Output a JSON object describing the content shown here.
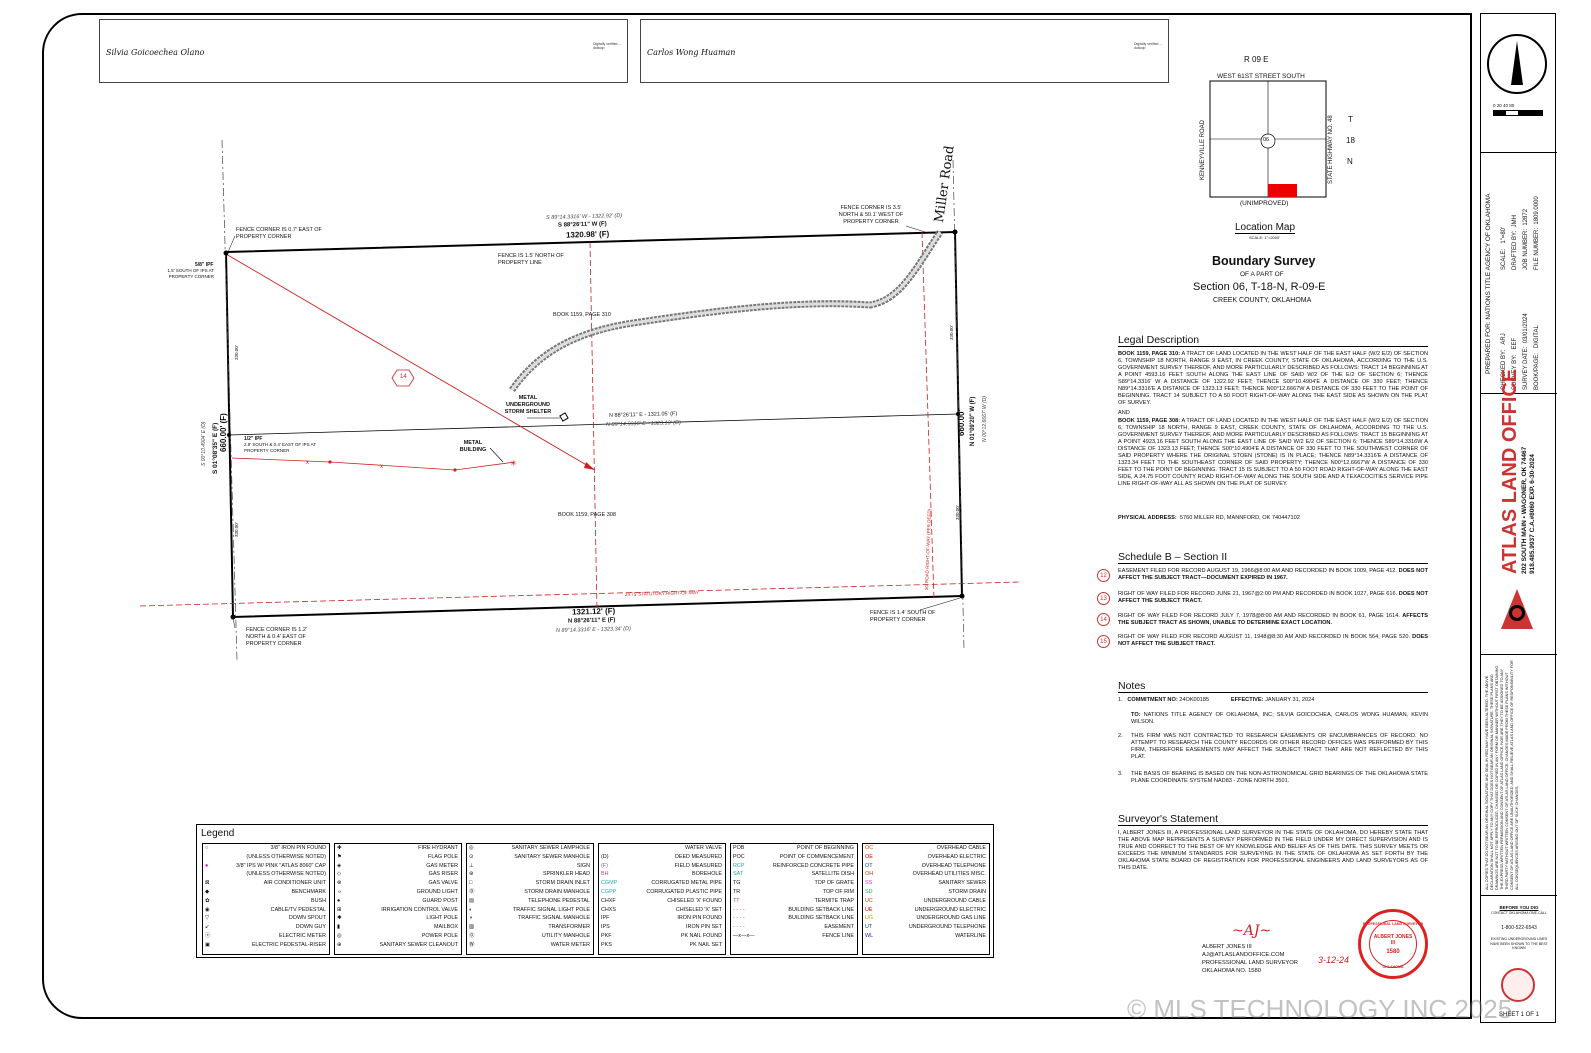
{
  "signatures": [
    {
      "name": "Silvia Goicoechea Olano",
      "meta": "Digitally verified ... dotloop"
    },
    {
      "name": "Carlos Wong Huaman",
      "meta": "Digitally verified ... dotloop"
    }
  ],
  "location_map": {
    "range": "R 09 E",
    "street_top": "WEST 61ST STREET SOUTH",
    "road_left": "KENNEYVILLE ROAD",
    "road_right": "STATE HIGHWAY NO. 48",
    "section_no": "06",
    "township": [
      "T",
      "18",
      "N"
    ],
    "unimproved": "(UNIMPROVED)",
    "title": "Location Map",
    "scale": "SCALE: 1\"=2000'"
  },
  "survey_title": {
    "title": "Boundary Survey",
    "sub1": "OF A PART OF",
    "section": "Section 06, T-18-N, R-09-E",
    "county": "CREEK COUNTY, OKLAHOMA"
  },
  "legal": {
    "heading": "Legal Description",
    "p1_lead": "BOOK 1159, PAGE 310:",
    "p1": "A TRACT OF LAND LOCATED IN THE WEST HALF OF THE EAST HALF (W/2 E/2) OF SECTION 6, TOWNSHIP 18 NORTH, RANGE 9 EAST, IN CREEK COUNTY, STATE OF OKLAHOMA, ACCORDING TO THE U.S. GOVERNMENT SURVEY THEREOF, AND MORE PARTICULARLY DESCRIBED AS FOLLOWS: TRACT 14 BEGINNING AT A POINT 4593.16 FEET SOUTH ALONG THE EAST LINE OF SAID W/2 OF THE E/2 OF SECTION 6; THENCE S89°14.3316' W A DISTANCE OF 1322.92 FEET; THENCE S00°10.4904'E A DISTANCE OF 330 FEET; THENCE N89°14.3316'E A DISTANCE OF 1323.13 FEET; THENCE N00°12.6667W A DISTANCE OF 330 FEET TO THE POINT OF BEGINNING. TRACT 14 SUBJECT TO A 50 FOOT RIGHT-OF-WAY ALONG THE EAST SIDE AS SHOWN ON THE PLAT OF SURVEY.",
    "and": "AND",
    "p2_lead": "BOOK 1159, PAGE 308:",
    "p2": "A TRACT OF LAND LOCATED IN THE WEST HALF OF THE EAST HALF (W/2 E/2) OF SECTION 6, TOWNSHIP 18 NORTH, RANGE 9 EAST, CREEK COUNTY, STATE OF OKLAHOMA, ACCORDING TO THE U.S. GOVERNMENT SURVEY THEREOF, AND MORE PARTICULARLY DESCRIBED AS FOLLOWS: TRACT 15 BEGINNING AT A POINT 4923.16 FEET SOUTH ALONG THE EAST LINE OF SAID W/2 E/2 OF SECTION 6; THENCE S89°14.3316W A DISTANCE OF 1323.13 FEET; THENCE S00°10.4904'E A DISTANCE OF 330 FEET TO THE SOUTHWEST CORNER OF SAID PROPERTY WHERE THE ORIGINAL STOEN (STONE) IS IN PLACE; THENCE N89°14.3316'E A DISTANCE OF 1323.34 FEET TO THE SOUTHEAST CORNER OF SAID PROPERTY; THENCE N00°12.6667'W A DISTANCE OF 330 FEET TO THE POINT OF BEGINNING. TRACT 15 IS SUBJECT TO A 50 FOOT ROAD RIGHT-OF-WAY ALONG THE EAST SIDE, A 24.75 FOOT COUNTY ROAD RIGHT-OF-WAY ALONG THE SOUTH SIDE AND A TEXACOCITIES SERVICE PIPE LINE RIGHT-OF-WAY ALL AS SHOWN ON THE PLAT OF SURVEY.",
    "addr_lead": "PHYSICAL ADDRESS:",
    "addr": "5760 MILLER RD, MANNFORD, OK 740447102"
  },
  "schedule_b": {
    "heading": "Schedule B – Section II",
    "items": [
      {
        "num": "12",
        "text": "EASEMENT FILED FOR RECORD AUGUST 19, 1966@8:00 AM AND RECORDED IN BOOK 1009, PAGE 412.",
        "bold": "DOES NOT AFFECT THE SUBJECT TRACT—DOCUMENT EXPIRED IN 1967."
      },
      {
        "num": "13",
        "text": "RIGHT OF WAY FILED FOR RECORD JUNE 21, 1967@2:00 PM AND RECORDED IN BOOK 1027, PAGE 616.",
        "bold": "DOES NOT AFFECT THE SUBJECT TRACT."
      },
      {
        "num": "14",
        "text": "RIGHT OF WAY FILED FOR RECORD JULY 7, 1978@8:00 AM AND RECORDED IN BOOK 61, PAGE 1614.",
        "bold": "AFFECTS THE SUBJECT TRACT AS SHOWN, UNABLE TO DETERMINE EXACT LOCATION."
      },
      {
        "num": "15",
        "text": "RIGHT OF WAY FILED FOR RECORD AUGUST 11, 1948@8:30 AM AND RECORDED IN BOOK 564, PAGE 520.",
        "bold": "DOES NOT AFFECT THE SUBJECT TRACT."
      }
    ]
  },
  "notes": {
    "heading": "Notes",
    "n1_num": "1.",
    "n1_commit_lead": "COMMITMENT NO:",
    "n1_commit": "24OK00185",
    "n1_eff_lead": "EFFECTIVE:",
    "n1_eff": "JANUARY 31, 2024",
    "n1_to_lead": "TO:",
    "n1_to": "NATIONS TITLE AGENCY OF OKLAHOMA, INC; SILVIA GOICOCHEA, CARLOS WONG HUAMAN, KEVIN WILSON.",
    "n2_num": "2.",
    "n2": "THIS FIRM WAS NOT CONTRACTED TO RESEARCH EASEMENTS OR ENCUMBRANCES OF RECORD. NO ATTEMPT TO RESEARCH THE COUNTY RECORDS OR OTHER RECORD OFFICES WAS PERFORMED BY THIS FIRM, THEREFORE EASEMENTS MAY AFFECT THE SUBJECT TRACT THAT ARE NOT REFLECTED BY THIS PLAT.",
    "n3_num": "3.",
    "n3": "THE BASIS OF BEARING IS BASED ON THE NON-ASTRONOMICAL GRID BEARINGS OF THE OKLAHOMA STATE PLANE COORDINATE SYSTEM NAD83 - ZONE NORTH 3501."
  },
  "surveyor": {
    "heading": "Surveyor's Statement",
    "text": "I, ALBERT JONES III, A PROFESSIONAL LAND SURVEYOR IN THE STATE OF OKLAHOMA, DO HEREBY STATE THAT THE ABOVE MAP REPRESENTS A SURVEY PERFORMED IN THE FIELD UNDER MY DIRECT SUPERVISION AND IS TRUE AND CORRECT TO THE BEST OF MY KNOWLEDGE AND BELIEF AS OF THIS DATE. THIS SURVEY MEETS OR EXCEEDS THE MINIMUM STANDARDS FOR SURVEYING IN THE STATE OF OKLAHOMA AS SET FORTH BY THE OKLAHOMA STATE BOARD OF REGISTRATION FOR PROFESSIONAL ENGINEERS AND LAND SURVEYORS AS OF THIS DATE.",
    "name": "ALBERT JONES III",
    "email": "AJ@ATLASLANDOFFICE.COM",
    "title": "PROFESSIONAL LAND SURVEYOR",
    "license": "OKLAHOMA NO. 1580",
    "date": "3-12-24",
    "seal_top": "PROFESSIONAL LAND SURVEYOR",
    "seal_name": "ALBERT JONES III",
    "seal_no": "1580",
    "seal_bottom": "OKLAHOMA"
  },
  "plat": {
    "road": "Miller Road",
    "north_top_f": "S 88°26'11\" W (F)",
    "north_top_d": "S 89°14.3316' W - 1322.92' (D)",
    "north_top_len": "1320.98' (F)",
    "south_len": "1321.12' (F)",
    "south_f": "N 88°26'11\" E (F)",
    "south_d": "N 89°14.3316' E - 1323.34' (D)",
    "west_f": "S 01°08'35\" E (F)",
    "west_len": "660.00' (F)",
    "west_d": "S 00°10.4904' E (D)",
    "east_f": "N 01°09'20\" W (F)",
    "east_len": "660.00'",
    "east_d": "N 00°12.6667' W (D)",
    "mid_f": "N 88°26'11\" E - 1321.05' (F)",
    "mid_d": "N 89°14.3316' E - 1323.13' (D)",
    "book310": "BOOK 1159, PAGE 310",
    "book308": "BOOK 1159, PAGE 308",
    "dim330": "330.00'",
    "fence_nw": "FENCE CORNER IS 0.7' EAST OF PROPERTY CORNER",
    "fence_ne": "FENCE CORNER IS 3.5' NORTH & 50.1' WEST OF PROPERTY CORNER",
    "fence_n": "FENCE IS 1.5' NORTH OF PROPERTY LINE",
    "fence_sw": "FENCE CORNER IS 1.2' NORTH & 0.4' EAST OF PROPERTY CORNER",
    "fence_se": "FENCE IS 1.4' SOUTH OF PROPERTY CORNER",
    "ipf58": "5/8\" IPF",
    "ipf58_note": "1.5' SOUTH OF IPS AT PROPERTY CORNER",
    "ipf12": "1/2\" IPF",
    "ipf12_note": "2.9' SOUTH & 0.4' EAST OF IPS AT PROPERTY CORNER",
    "shelter": "METAL UNDERGROUND STORM SHELTER",
    "building": "METAL BUILDING",
    "row_south": "24.75' STATUTORY RIGHT-OF-WAY",
    "row_east": "50' ROAD RIGHT-OF-WAY (PER DEED)",
    "tag": "14"
  },
  "legend": {
    "title": "Legend",
    "col1": [
      "3/8\" IRON PIN FOUND",
      "(UNLESS OTHERWISE NOTED)",
      "3/8\" IPS W/ PINK \"ATLAS 8060\" CAP",
      "(UNLESS OTHERWISE NOTED)",
      "AIR CONDITIONER UNIT",
      "BENCHMARK",
      "BUSH",
      "CABLE/TV PEDESTAL",
      "DOWN SPOUT",
      "DOWN GUY",
      "ELECTRIC METER",
      "ELECTRIC PEDESTAL-RISER"
    ],
    "col2": [
      "FIRE HYDRANT",
      "FLAG POLE",
      "GAS METER",
      "GAS RISER",
      "GAS VALVE",
      "GROUND LIGHT",
      "GUARD POST",
      "IRRIGATION CONTROL VALVE",
      "LIGHT POLE",
      "MAILBOX",
      "POWER POLE",
      "SANITARY SEWER CLEANOUT"
    ],
    "col3": [
      "SANITARY SEWER LAMPHOLE",
      "SANITARY SEWER MANHOLE",
      "SIGN",
      "SPRINKLER HEAD",
      "STORM DRAIN INLET",
      "STORM DRAIN MANHOLE",
      "TELEPHONE PEDESTAL",
      "TRAFFIC SIGNAL LIGHT POLE",
      "TRAFFIC SIGNAL MANHOLE",
      "TRANSFORMER",
      "UTILITY MANHOLE",
      "WATER METER"
    ],
    "col4": [
      [
        "",
        "WATER VALVE"
      ],
      [
        "(D)",
        "DEED MEASURED"
      ],
      [
        "(F)",
        "FIELD MEASURED"
      ],
      [
        "BH",
        "BOREHOLE"
      ],
      [
        "CGMP",
        "CORRUGATED METAL PIPE"
      ],
      [
        "CGPP",
        "CORRUGATED PLASTIC PIPE"
      ],
      [
        "CHXF",
        "CHISELED 'X' FOUND"
      ],
      [
        "CHXS",
        "CHISELED 'X' SET"
      ],
      [
        "IPF",
        "IRON PIN FOUND"
      ],
      [
        "IPS",
        "IRON PIN SET"
      ],
      [
        "PKF",
        "PK NAIL FOUND"
      ],
      [
        "PKS",
        "PK NAIL SET"
      ]
    ],
    "col5": [
      [
        "POB",
        "POINT OF BEGINNING"
      ],
      [
        "POC",
        "POINT OF COMMENCEMENT"
      ],
      [
        "RCP",
        "REINFORCED CONCRETE PIPE"
      ],
      [
        "SAT",
        "SATELLITE DISH"
      ],
      [
        "TG",
        "TOP OF GRATE"
      ],
      [
        "TR",
        "TOP OF RIM"
      ],
      [
        "TT",
        "TERMITE TRAP"
      ],
      [
        "",
        "BUILDING SETBACK LINE"
      ],
      [
        "",
        "BUILDING SETBACK LINE"
      ],
      [
        "",
        "EASEMENT"
      ],
      [
        "",
        "FENCE LINE"
      ]
    ],
    "col6": [
      [
        "OC",
        "OVERHEAD CABLE"
      ],
      [
        "OE",
        "OVERHEAD ELECTRIC"
      ],
      [
        "OT",
        "OVERHEAD TELEPHONE"
      ],
      [
        "OH",
        "OVERHEAD UTILITIES MISC."
      ],
      [
        "SS",
        "SANITARY SEWER"
      ],
      [
        "SD",
        "STORM DRAIN"
      ],
      [
        "UC",
        "UNDERGROUND CABLE"
      ],
      [
        "UE",
        "UNDERGROUND ELECTRIC"
      ],
      [
        "UG",
        "UNDERGROUND GAS LINE"
      ],
      [
        "UT",
        "UNDERGROUND TELEPHONE"
      ],
      [
        "WL",
        "WATERLINE"
      ]
    ]
  },
  "titleblock": {
    "scale_bar": "0  20  40     80",
    "prepared_for": "PREPARED FOR: NATIONS TITLE AGENCY OF OKLAHOMA",
    "rows": [
      [
        "CHECKED BY:",
        "ARJ"
      ],
      [
        "SURVEY BY:",
        "EEF"
      ],
      [
        "SURVEY DATE:",
        "03/01/2024"
      ],
      [
        "BOOK/PAGE:",
        "DIGITAL"
      ]
    ],
    "rows2": [
      [
        "SCALE:",
        "1\"=80'"
      ],
      [
        "DRAFTED BY:",
        "JMH"
      ],
      [
        "JOB NUMBER:",
        "12872"
      ],
      [
        "FILE NUMBER:",
        "1809.0000"
      ]
    ],
    "company": "ATLAS LAND OFFICE",
    "address": "202 SOUTH MAIN • WAGONER, OK 74467",
    "phone": "918.485.9937  C.A.#8060 EXP. 6-30-2024",
    "disclaimer": "ALL COPIES THAT DO NOT BEAR AN ORIGINAL SIGNATURE AND SEAL IN RED MAY HAVE BEEN ALTERED. THE ABOVE DECLARATION SHALL NOT APPLY TO ANY COPY THAT DOES NOT BEAR AN ORIGINAL SIGNATURE. THESE PLANS AND DRAWINGS ARE NOT TO BE REPRODUCED, CHANGED OR COPIED IN ANY FORM OR MANNER WITHOUT FIRST OBTAINING THE EXPRESS WRITTEN PERMISSION AND CONSENT OF ATLAS LAND OFFICE, NOR ARE THEY TO BE ASSIGNED TO ANY THIRD PARTY WITHOUT WRITTEN CONSENT OF ATLAS LAND OFFICE. CHANGES MADE FROM THESE PLANS WITHOUT CONSENT OF ATLAS LAND OFFICE ARE UNAUTHORIZED, AND SHALL RELIEVE ATLAS LAND OFFICE OF RESPONSIBILITY FOR ALL CONSEQUENCES ARISING OUT OF SUCH CHANGES.",
    "before_dig": "BEFORE YOU DIG",
    "contact": "CONTACT OKLAHOMA ONE-CALL",
    "phone_call": "1-800-522-6543",
    "existing": "EXISTING UNDERGROUND LINES HAVE BEEN SHOWN TO THE BEST KNOWN",
    "sheet": "SHEET 1 OF 1"
  },
  "watermark": "© MLS TECHNOLOGY INC 2025"
}
